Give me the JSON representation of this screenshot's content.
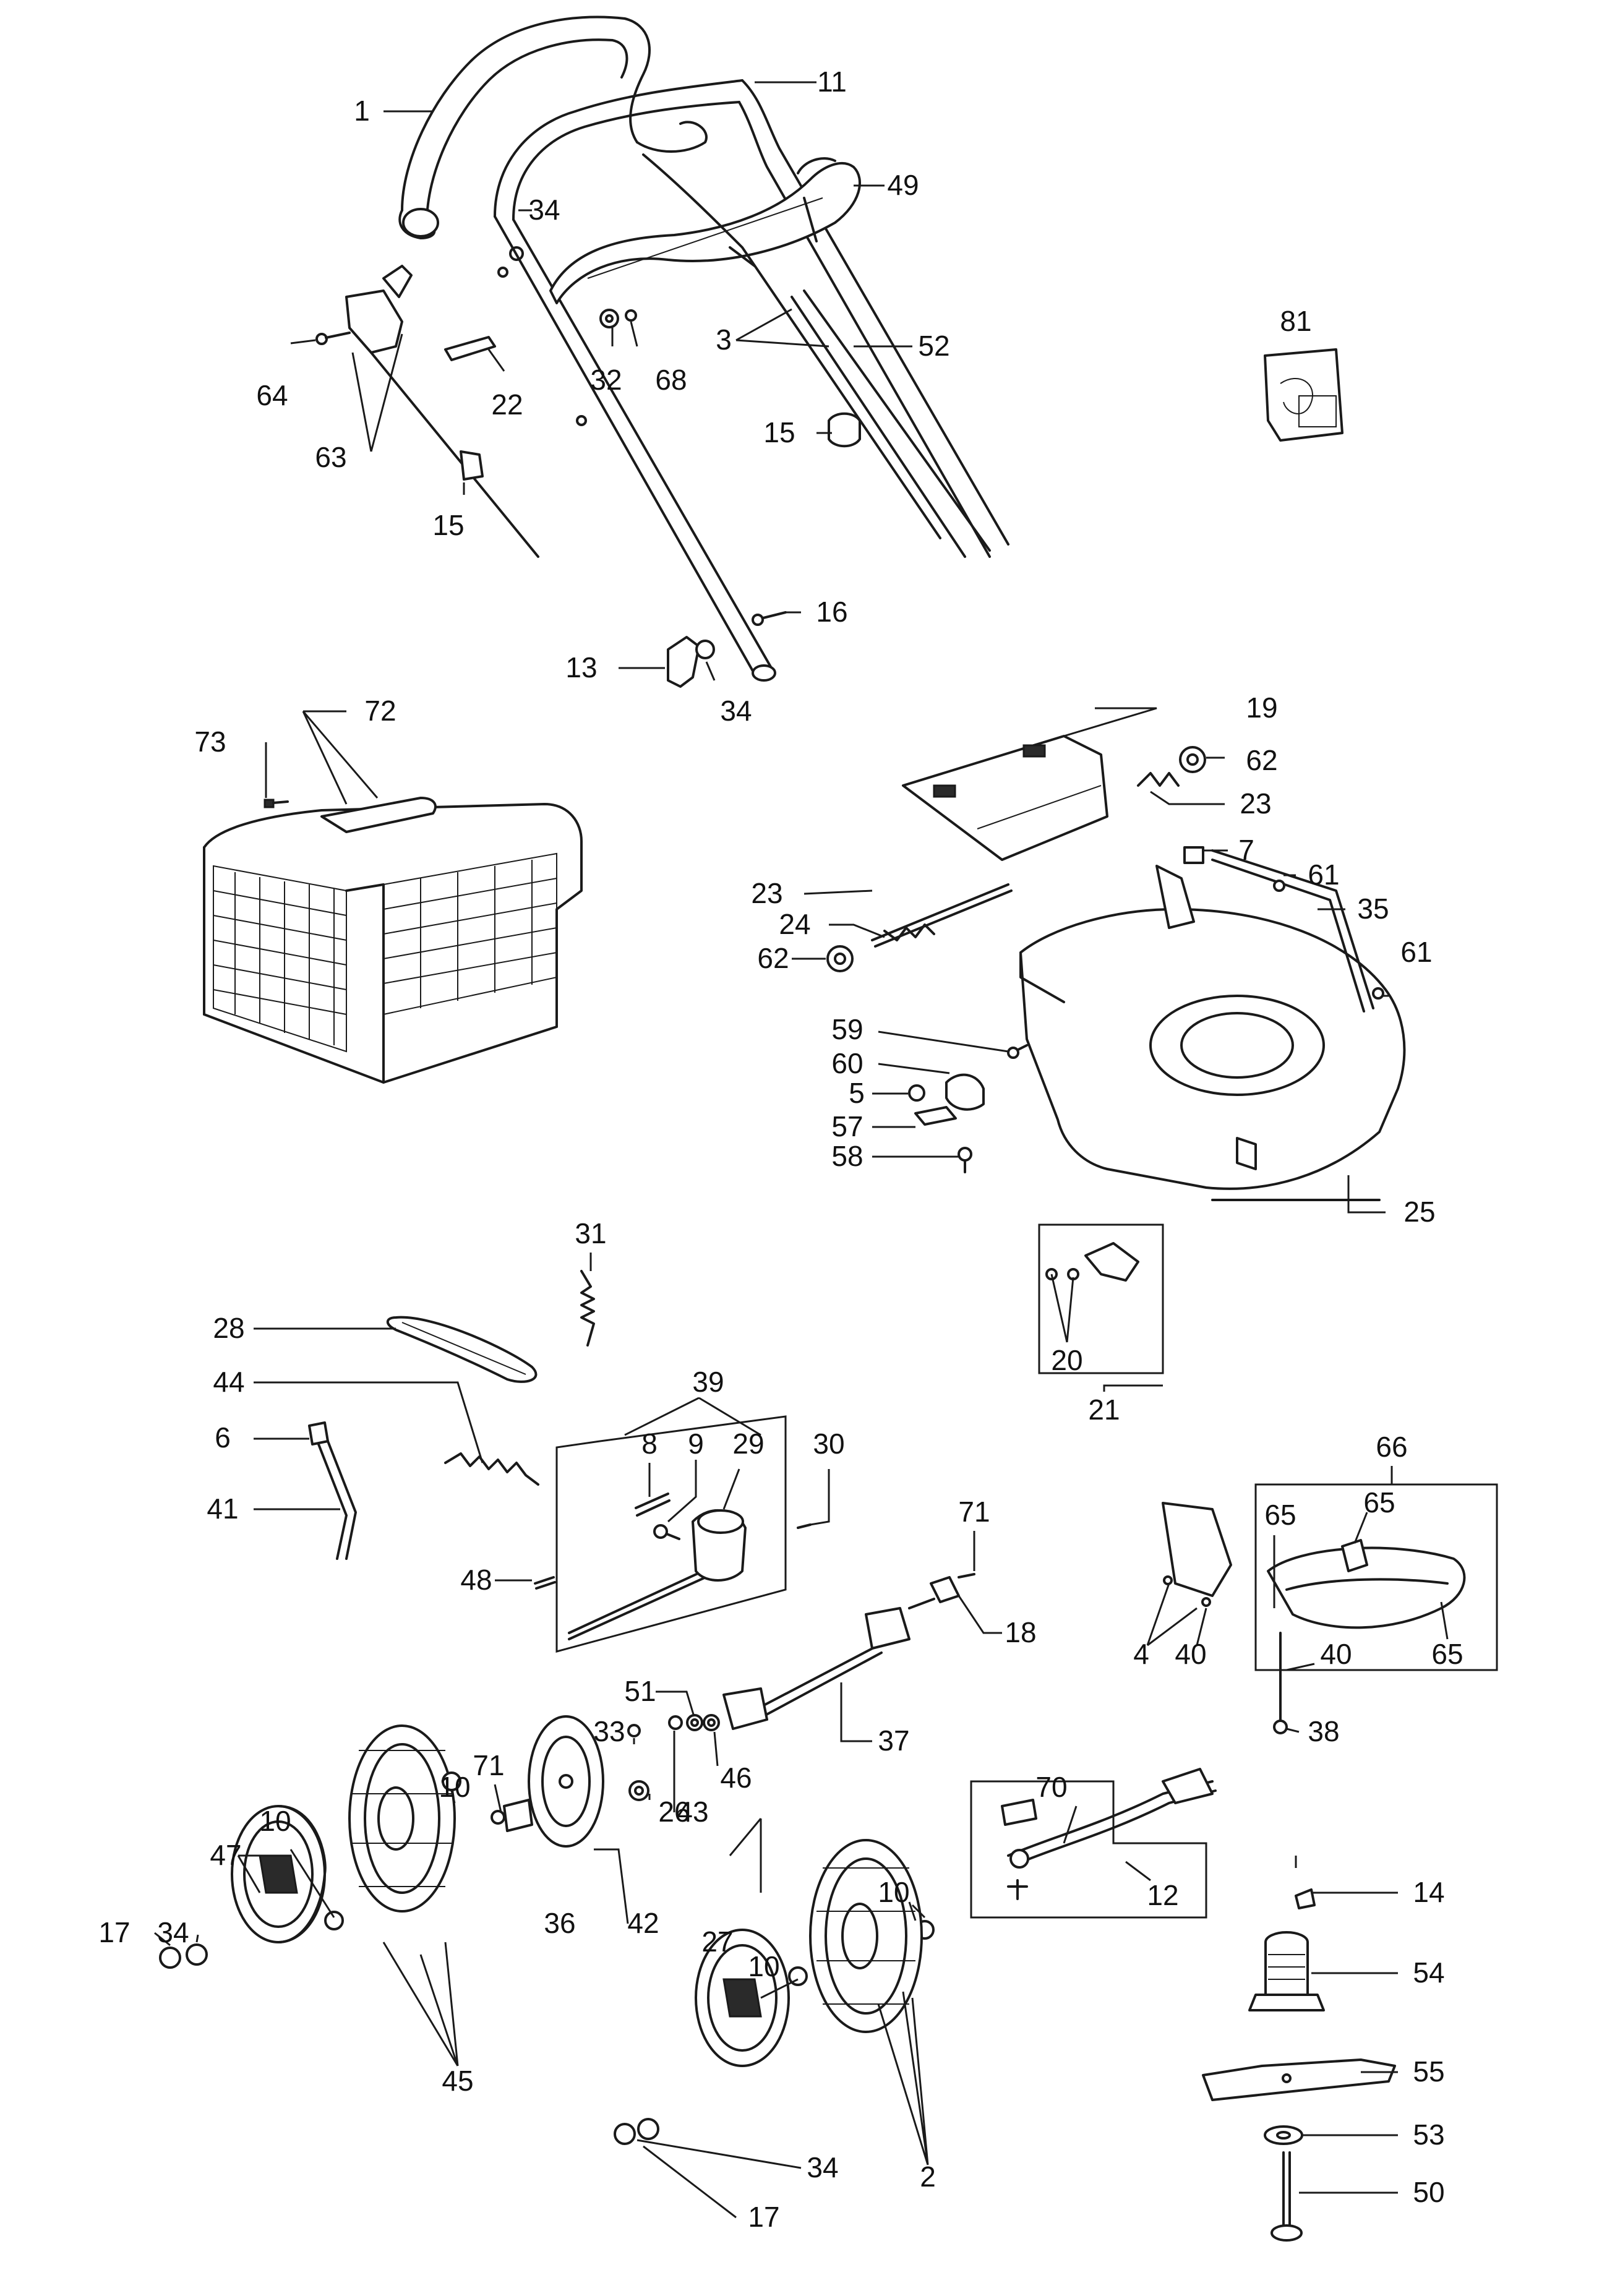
{
  "callouts": [
    {
      "id": "c1",
      "label": "1"
    },
    {
      "id": "c11",
      "label": "11"
    },
    {
      "id": "c34a",
      "label": "34"
    },
    {
      "id": "c49",
      "label": "49"
    },
    {
      "id": "c3",
      "label": "3"
    },
    {
      "id": "c52",
      "label": "52"
    },
    {
      "id": "c81",
      "label": "81"
    },
    {
      "id": "c32",
      "label": "32"
    },
    {
      "id": "c68",
      "label": "68"
    },
    {
      "id": "c64",
      "label": "64"
    },
    {
      "id": "c22",
      "label": "22"
    },
    {
      "id": "c63",
      "label": "63"
    },
    {
      "id": "c15a",
      "label": "15"
    },
    {
      "id": "c15b",
      "label": "15"
    },
    {
      "id": "c16",
      "label": "16"
    },
    {
      "id": "c13",
      "label": "13"
    },
    {
      "id": "c34b",
      "label": "34"
    },
    {
      "id": "c72",
      "label": "72"
    },
    {
      "id": "c73",
      "label": "73"
    },
    {
      "id": "c19",
      "label": "19"
    },
    {
      "id": "c62a",
      "label": "62"
    },
    {
      "id": "c23a",
      "label": "23"
    },
    {
      "id": "c7",
      "label": "7"
    },
    {
      "id": "c61a",
      "label": "61"
    },
    {
      "id": "c35",
      "label": "35"
    },
    {
      "id": "c23b",
      "label": "23"
    },
    {
      "id": "c24",
      "label": "24"
    },
    {
      "id": "c61b",
      "label": "61"
    },
    {
      "id": "c62b",
      "label": "62"
    },
    {
      "id": "c59",
      "label": "59"
    },
    {
      "id": "c60",
      "label": "60"
    },
    {
      "id": "c5",
      "label": "5"
    },
    {
      "id": "c57",
      "label": "57"
    },
    {
      "id": "c58",
      "label": "58"
    },
    {
      "id": "c25",
      "label": "25"
    },
    {
      "id": "c31",
      "label": "31"
    },
    {
      "id": "c28",
      "label": "28"
    },
    {
      "id": "c44",
      "label": "44"
    },
    {
      "id": "c39",
      "label": "39"
    },
    {
      "id": "c20",
      "label": "20"
    },
    {
      "id": "c21",
      "label": "21"
    },
    {
      "id": "c8",
      "label": "8"
    },
    {
      "id": "c9",
      "label": "9"
    },
    {
      "id": "c29",
      "label": "29"
    },
    {
      "id": "c30",
      "label": "30"
    },
    {
      "id": "c6",
      "label": "6"
    },
    {
      "id": "c41",
      "label": "41"
    },
    {
      "id": "c66",
      "label": "66"
    },
    {
      "id": "c71a",
      "label": "71"
    },
    {
      "id": "c65a",
      "label": "65"
    },
    {
      "id": "c65b",
      "label": "65"
    },
    {
      "id": "c48",
      "label": "48"
    },
    {
      "id": "c18",
      "label": "18"
    },
    {
      "id": "c4",
      "label": "4"
    },
    {
      "id": "c40a",
      "label": "40"
    },
    {
      "id": "c40b",
      "label": "40"
    },
    {
      "id": "c65c",
      "label": "65"
    },
    {
      "id": "c51",
      "label": "51"
    },
    {
      "id": "c33",
      "label": "33"
    },
    {
      "id": "c37",
      "label": "37"
    },
    {
      "id": "c46",
      "label": "46"
    },
    {
      "id": "c43",
      "label": "43"
    },
    {
      "id": "c38",
      "label": "38"
    },
    {
      "id": "c71b",
      "label": "71"
    },
    {
      "id": "c10a",
      "label": "10"
    },
    {
      "id": "c10b",
      "label": "10"
    },
    {
      "id": "c26",
      "label": "26"
    },
    {
      "id": "c70",
      "label": "70"
    },
    {
      "id": "c47",
      "label": "47"
    },
    {
      "id": "c42",
      "label": "42"
    },
    {
      "id": "c36",
      "label": "36"
    },
    {
      "id": "c12",
      "label": "12"
    },
    {
      "id": "c10c",
      "label": "10"
    },
    {
      "id": "c14",
      "label": "14"
    },
    {
      "id": "c27",
      "label": "27"
    },
    {
      "id": "c10d",
      "label": "10"
    },
    {
      "id": "c17a",
      "label": "17"
    },
    {
      "id": "c34c",
      "label": "34"
    },
    {
      "id": "c45",
      "label": "45"
    },
    {
      "id": "c54",
      "label": "54"
    },
    {
      "id": "c55",
      "label": "55"
    },
    {
      "id": "c53",
      "label": "53"
    },
    {
      "id": "c2",
      "label": "2"
    },
    {
      "id": "c34d",
      "label": "34"
    },
    {
      "id": "c50",
      "label": "50"
    },
    {
      "id": "c17b",
      "label": "17"
    }
  ]
}
